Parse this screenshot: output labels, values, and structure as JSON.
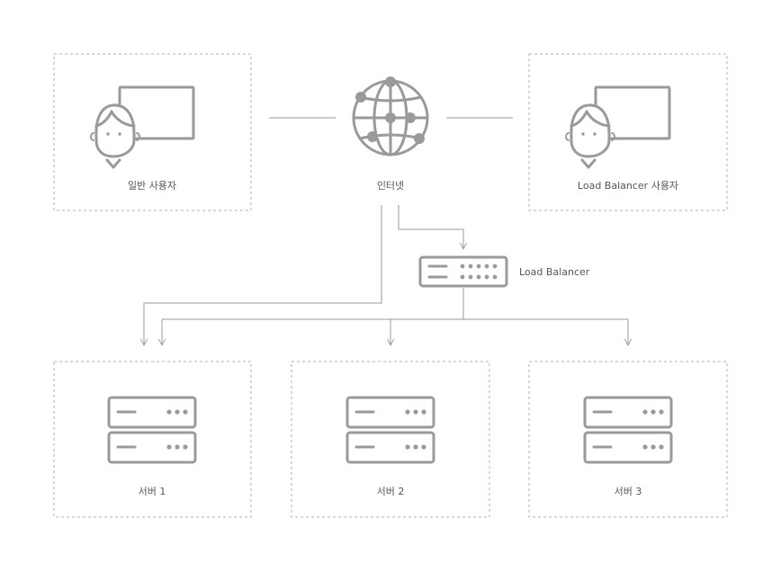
{
  "nodes": {
    "user": {
      "label": "일반 사용자",
      "icon": "user-monitor-icon"
    },
    "internet": {
      "label": "인터넷",
      "icon": "globe-icon"
    },
    "lb_user": {
      "label": "Load Balancer 사용자",
      "icon": "user-monitor-icon"
    },
    "load_balancer": {
      "label": "Load Balancer",
      "icon": "load-balancer-icon"
    },
    "server1": {
      "label": "서버 1",
      "icon": "server-icon"
    },
    "server2": {
      "label": "서버 2",
      "icon": "server-icon"
    },
    "server3": {
      "label": "서버 3",
      "icon": "server-icon"
    }
  },
  "edges": [
    {
      "from": "user",
      "to": "internet",
      "arrow": false
    },
    {
      "from": "internet",
      "to": "lb_user",
      "arrow": false
    },
    {
      "from": "internet",
      "to": "load_balancer",
      "arrow": true
    },
    {
      "from": "internet",
      "to": "server1",
      "arrow": true
    },
    {
      "from": "load_balancer",
      "to": "server1",
      "arrow": true
    },
    {
      "from": "load_balancer",
      "to": "server2",
      "arrow": true
    },
    {
      "from": "load_balancer",
      "to": "server3",
      "arrow": true
    }
  ],
  "colors": {
    "line": "#9a9a9a",
    "box_border": "#b0b0b0",
    "text": "#555555"
  }
}
